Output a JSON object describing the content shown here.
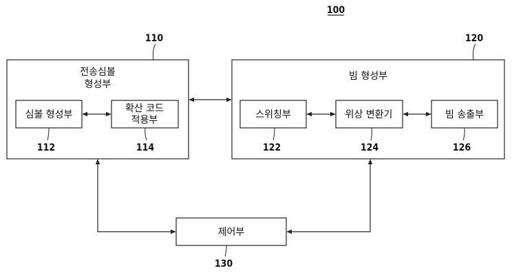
{
  "figure_ref": "100",
  "blocks": {
    "transmit_symbol_former": {
      "ref": "110",
      "label_lines": [
        "전송심볼",
        "형성부"
      ]
    },
    "symbol_former": {
      "ref": "112",
      "label": "심볼 형성부"
    },
    "spreading_code_applier": {
      "ref": "114",
      "label_lines": [
        "확산 코드",
        "적용부"
      ]
    },
    "beam_former": {
      "ref": "120",
      "label": "빔 형성부"
    },
    "switching_unit": {
      "ref": "122",
      "label": "스위칭부"
    },
    "phase_shifter": {
      "ref": "124",
      "label": "위상 변환기"
    },
    "beam_transmitter": {
      "ref": "126",
      "label": "빔 송출부"
    },
    "controller": {
      "ref": "130",
      "label": "제어부"
    }
  },
  "colors": {
    "stroke": "#222222",
    "text": "#111111",
    "background": "#ffffff"
  }
}
